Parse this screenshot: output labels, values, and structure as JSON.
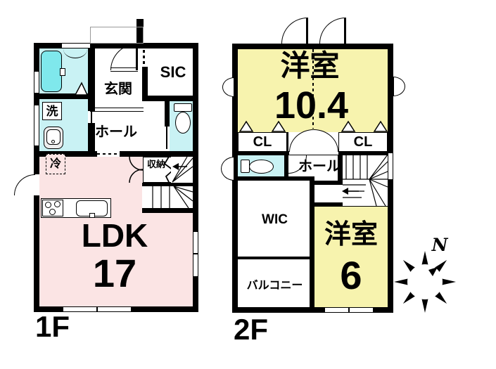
{
  "floor1": {
    "label": "1F",
    "ldk": {
      "name": "LDK",
      "area": "17"
    },
    "genkan": "玄関",
    "sic": "SIC",
    "hall": "ホール",
    "wash": "洗",
    "fridge": "冷",
    "storage": "収納"
  },
  "floor2": {
    "label": "2F",
    "room_large": {
      "name": "洋室",
      "area": "10.4"
    },
    "cl_left": "CL",
    "cl_right": "CL",
    "hall": "ホール",
    "wic": "WIC",
    "balcony": "バルコニー",
    "room_small": {
      "name": "洋室",
      "area": "6"
    }
  },
  "compass": {
    "north": "N"
  },
  "colors": {
    "wall": "#000000",
    "ldk_pink": "#fbe4e4",
    "room_yellow": "#f7f3ae",
    "wet_cyan": "#c9f2f4",
    "tub_cyan": "#7fe8ec"
  }
}
